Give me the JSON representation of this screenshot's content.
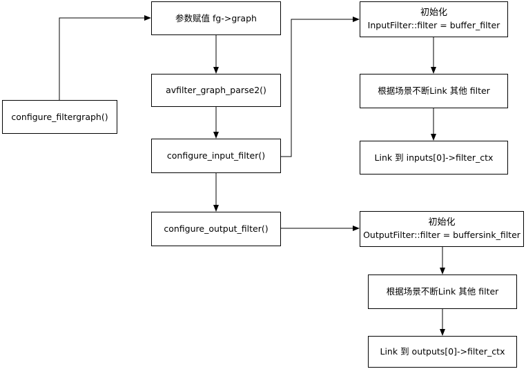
{
  "nodes": {
    "configure_filtergraph": {
      "label": "configure_filtergraph()"
    },
    "assign_graph": {
      "label": "参数赋值 fg->graph"
    },
    "parse2": {
      "label": "avfilter_graph_parse2()"
    },
    "configure_input": {
      "label": "configure_input_filter()"
    },
    "configure_output": {
      "label": "configure_output_filter()"
    },
    "input_init": {
      "title": "初始化",
      "detail": "InputFilter::filter = buffer_filter"
    },
    "input_link_scene": {
      "label": "根据场景不断Link 其他 filter"
    },
    "input_link_ctx": {
      "label": "Link 到 inputs[0]->filter_ctx"
    },
    "output_init": {
      "title": "初始化",
      "detail": "OutputFilter::filter = buffersink_filter"
    },
    "output_link_scene": {
      "label": "根据场景不断Link 其他 filter"
    },
    "output_link_ctx": {
      "label": "Link 到 outputs[0]->filter_ctx"
    }
  },
  "edges": [
    {
      "from": "configure_filtergraph",
      "to": "assign_graph"
    },
    {
      "from": "assign_graph",
      "to": "parse2"
    },
    {
      "from": "parse2",
      "to": "configure_input"
    },
    {
      "from": "configure_input",
      "to": "configure_output"
    },
    {
      "from": "configure_input",
      "to": "input_init"
    },
    {
      "from": "input_init",
      "to": "input_link_scene"
    },
    {
      "from": "input_link_scene",
      "to": "input_link_ctx"
    },
    {
      "from": "configure_output",
      "to": "output_init"
    },
    {
      "from": "output_init",
      "to": "output_link_scene"
    },
    {
      "from": "output_link_scene",
      "to": "output_link_ctx"
    }
  ]
}
